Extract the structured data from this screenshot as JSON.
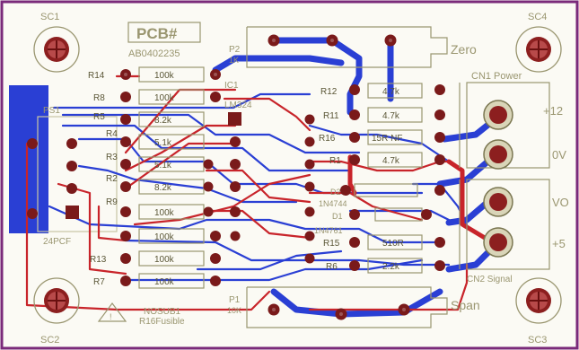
{
  "board": {
    "title": "PCB#",
    "part_number": "AB0402235",
    "note_line1": "NOSUB1",
    "note_line2": "R16Fusible"
  },
  "mounting_holes": [
    {
      "label": "SC1"
    },
    {
      "label": "SC4"
    },
    {
      "label": "SC2"
    },
    {
      "label": "SC3"
    }
  ],
  "potentiometers": [
    {
      "ref": "P2",
      "value": "1K",
      "function": "Zero"
    },
    {
      "ref": "P1",
      "value": "10K",
      "function": "Span"
    }
  ],
  "connectors": {
    "cn1": {
      "label": "CN1 Power",
      "pins": [
        "+12",
        "0V"
      ]
    },
    "cn2": {
      "label": "CN2 Signal",
      "pins": [
        "VO",
        "+5"
      ]
    },
    "ps1": {
      "ref": "PS1",
      "part": "24PCF"
    }
  },
  "ic": {
    "ref": "IC1",
    "part": "LM324"
  },
  "diodes": [
    {
      "ref": "D2",
      "part": "1N4744"
    },
    {
      "ref": "D1",
      "part": "1N4761"
    }
  ],
  "resistors_left": [
    {
      "ref": "R14",
      "value": "100k"
    },
    {
      "ref": "R8",
      "value": "100k"
    },
    {
      "ref": "R5",
      "value": "8.2k"
    },
    {
      "ref": "R4",
      "value": "5.1k"
    },
    {
      "ref": "R3",
      "value": "5.1k"
    },
    {
      "ref": "R2",
      "value": "8.2k"
    },
    {
      "ref": "R9",
      "value": "100k"
    },
    {
      "ref": "",
      "value": "100k"
    },
    {
      "ref": "R13",
      "value": "100k"
    },
    {
      "ref": "R7",
      "value": "100k"
    }
  ],
  "resistors_right": [
    {
      "ref": "R12",
      "value": "4.7k"
    },
    {
      "ref": "R11",
      "value": "4.7k"
    },
    {
      "ref": "R16",
      "value": "15R NF"
    },
    {
      "ref": "R1",
      "value": "4.7k"
    },
    {
      "ref": "R15",
      "value": "510R"
    },
    {
      "ref": "R6",
      "value": "2.2k"
    }
  ],
  "colors": {
    "board": "#fbfaf4",
    "silkscreen": "#9a9670",
    "top_copper": "#c8242a",
    "bottom_copper": "#2a3fd4",
    "pad": "#7a1a1a",
    "outline": "#7a2a7a"
  }
}
